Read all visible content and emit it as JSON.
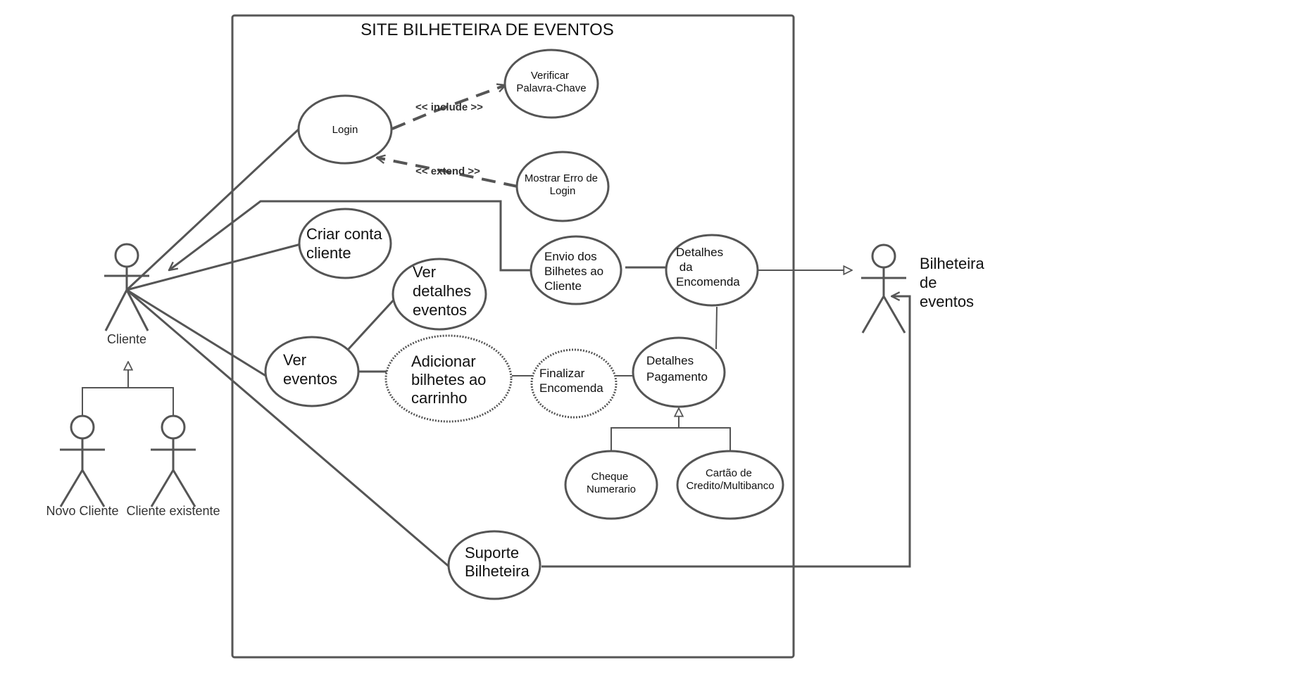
{
  "system": {
    "title": "SITE BILHETEIRA DE EVENTOS"
  },
  "actors": {
    "cliente": "Cliente",
    "novo_cliente": "Novo Cliente",
    "cliente_existente": "Cliente existente",
    "bilheteira": [
      "Bilheteira",
      "de",
      "eventos"
    ]
  },
  "stereotypes": {
    "include": "<< include >>",
    "extend": "<< extend >>"
  },
  "use_cases": {
    "login": [
      "Login"
    ],
    "verificar": [
      "Verificar",
      "Palavra-Chave"
    ],
    "mostrar_erro": [
      "Mostrar Erro de",
      "Login"
    ],
    "criar_conta": [
      "Criar conta",
      "cliente"
    ],
    "ver_detalhes": [
      "Ver",
      "detalhes",
      "eventos"
    ],
    "ver_eventos": [
      "Ver",
      "eventos"
    ],
    "adicionar": [
      "Adicionar",
      "bilhetes ao",
      "carrinho"
    ],
    "finalizar": [
      "Finalizar",
      "Encomenda"
    ],
    "detalhes_pagamento": [
      "Detalhes",
      "Pagamento"
    ],
    "envio": [
      "Envio dos",
      "Bilhetes ao",
      "Cliente"
    ],
    "detalhes_encomenda": [
      "Detalhes",
      " da",
      "Encomenda"
    ],
    "cheque": [
      "Cheque",
      "Numerario"
    ],
    "cartao": [
      "Cartão de",
      "Credito/Multibanco"
    ],
    "suporte": [
      "Suporte",
      "Bilheteira"
    ]
  }
}
